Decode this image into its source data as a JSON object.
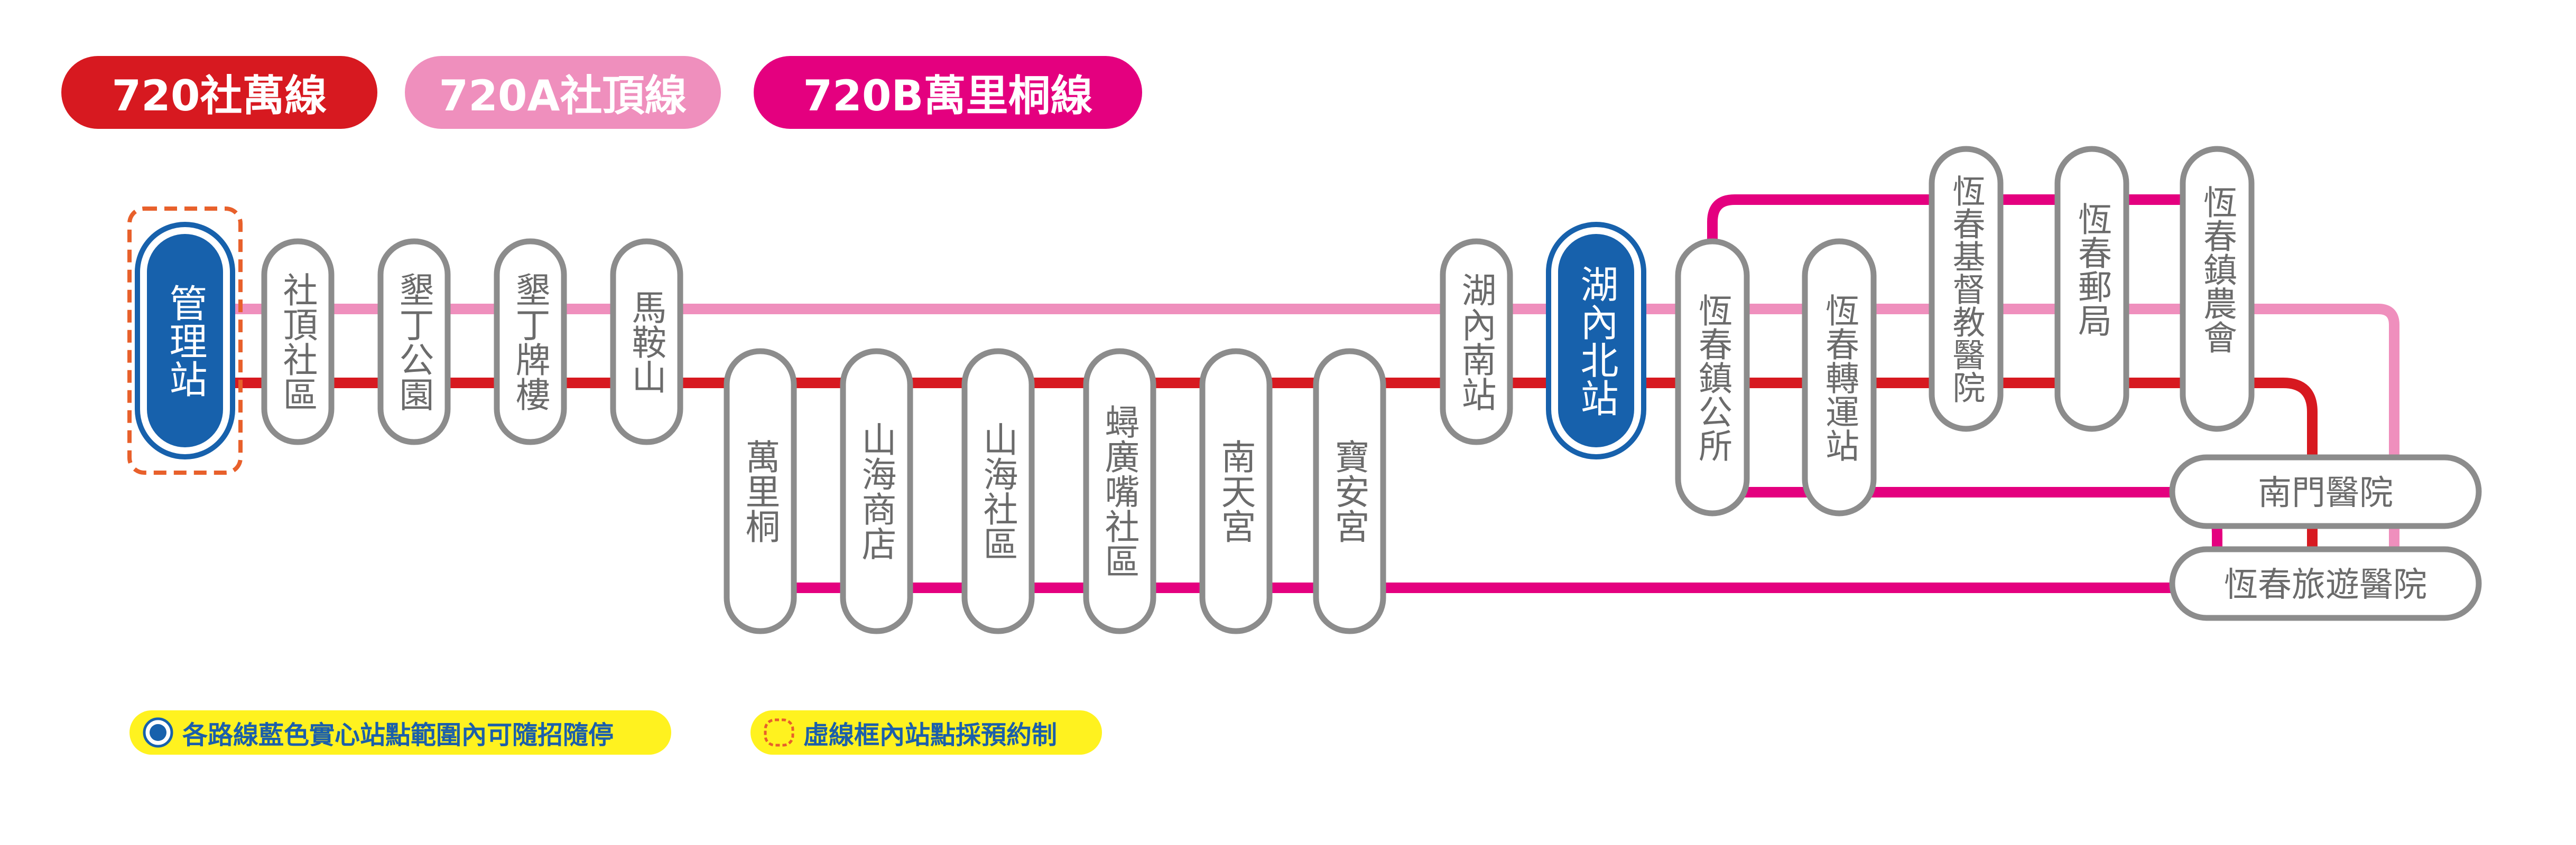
{
  "routes": [
    {
      "label": "720社萬線",
      "color": "#d71920"
    },
    {
      "label": "720A社頂線",
      "color": "#ef8fbd"
    },
    {
      "label": "720B萬里桐線",
      "color": "#e4007f"
    }
  ],
  "stations": {
    "guanli": "管理站",
    "sheding": "社頂社區",
    "kending_park": "墾丁公園",
    "kending_paifang": "墾丁牌樓",
    "maanshan": "馬鞍山",
    "wanlitong": "萬里桐",
    "shanhai_store": "山海商店",
    "shanhai_community": "山海社區",
    "guangzui": "蟳廣嘴社區",
    "nantian": "南天宮",
    "baoan": "寶安宮",
    "hunei_south": "湖內南站",
    "hunei_north": "湖內北站",
    "town_office": "恆春鎮公所",
    "transfer": "恆春轉運站",
    "christian_hospital": "恆春基督教醫院",
    "post_office": "恆春郵局",
    "farmers": "恆春鎮農會",
    "nanmen_hospital": "南門醫院",
    "tourism_hospital": "恆春旅遊醫院"
  },
  "legend": {
    "blue_stop": "各路線藍色實心站點範圍內可隨招隨停",
    "dashed_box": "虛線框內站點採預約制"
  },
  "colors": {
    "red_line": "#d71920",
    "pink_line": "#ef8fbd",
    "magenta_line": "#e4007f",
    "station_border": "#8c8c8c",
    "blue_station": "#1761ac",
    "reservation_box": "#e8602b",
    "legend_bg": "#fff21f"
  }
}
